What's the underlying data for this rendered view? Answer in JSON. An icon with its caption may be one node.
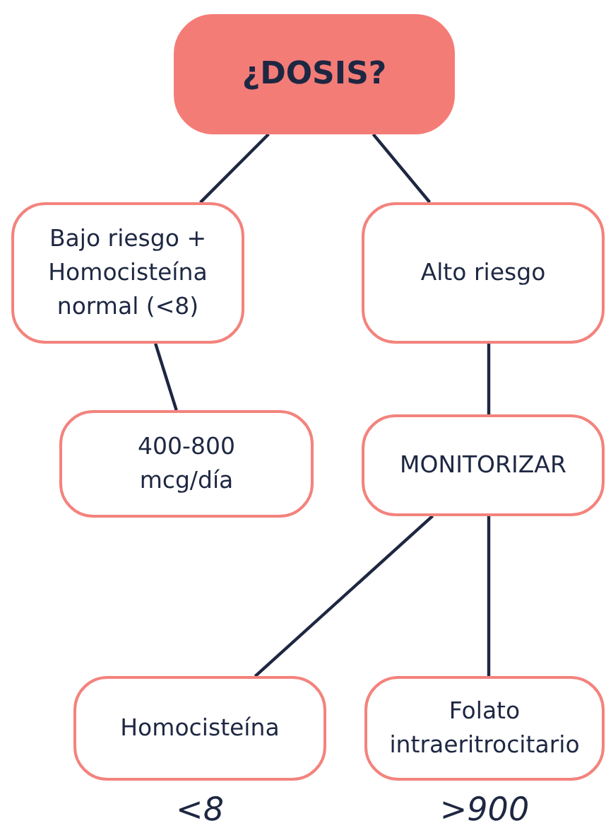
{
  "diagram": {
    "nodes": [
      {
        "text": [
          "¿DOSIS?"
        ]
      },
      {
        "text": [
          "Bajo riesgo + Homocisteína normal (<8)"
        ]
      },
      {
        "text": [
          "Alto riesgo"
        ]
      },
      {
        "text": [
          "400-800 mcg/día"
        ]
      },
      {
        "text": [
          "MONITORIZAR"
        ]
      },
      {
        "text": [
          "Homocisteína"
        ],
        "beside": [
          "<8"
        ]
      },
      {
        "text": [
          "Folato intraeritrocitario"
        ],
        "beside": [
          ">900"
        ]
      }
    ],
    "edges": [
      {
        "from": 0,
        "to": 1,
        "arrow": "none"
      },
      {
        "from": 0,
        "to": 2,
        "arrow": "none"
      },
      {
        "from": 1,
        "to": 3,
        "arrow": "none"
      },
      {
        "from": 2,
        "to": 4,
        "arrow": "none"
      },
      {
        "from": 4,
        "to": 5,
        "arrow": "none"
      },
      {
        "from": 4,
        "to": 6,
        "arrow": "none"
      }
    ]
  }
}
